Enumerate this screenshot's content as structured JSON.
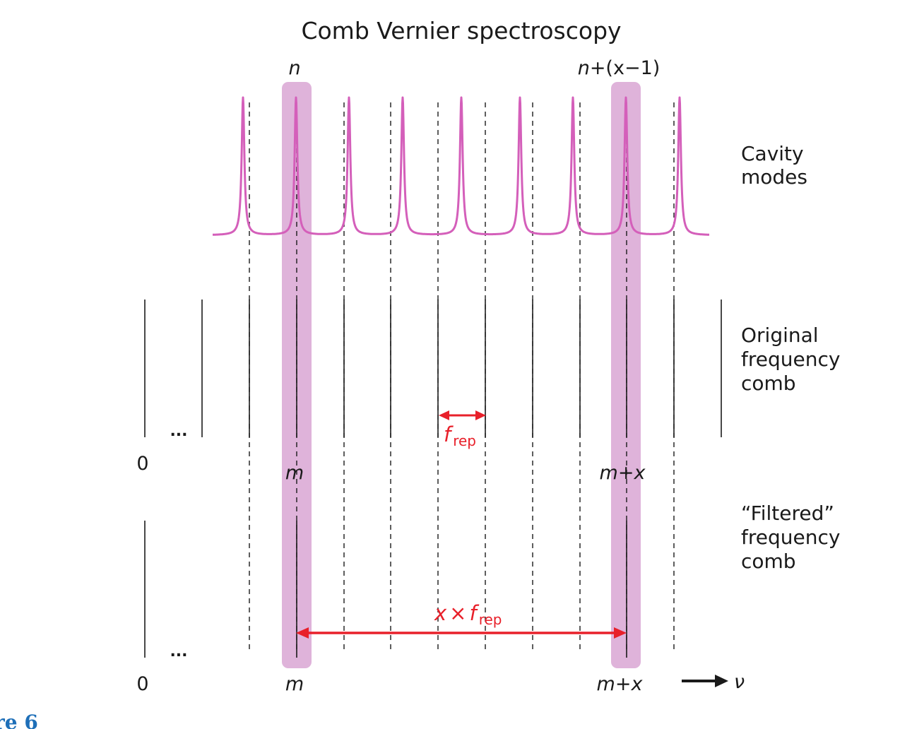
{
  "title": "Comb Vernier spectroscopy",
  "labels": {
    "cavity_n": "n",
    "cavity_nx_n": "n",
    "cavity_nx_rest": "+(x−1)",
    "cavity_modes": [
      "Cavity",
      "modes"
    ],
    "original_comb": [
      "Original",
      "frequency",
      "comb"
    ],
    "filtered_comb": [
      "“Filtered”",
      "frequency",
      "comb"
    ],
    "zero_top": "0",
    "zero_bottom": "0",
    "ellipsis_top": "...",
    "ellipsis_bottom": "...",
    "m_top": "m",
    "mx_top": "m+x",
    "m_bottom": "m",
    "mx_bottom": "m+x",
    "frep_f": "f",
    "frep_sub": "rep",
    "xfrep_x": "x",
    "xfrep_times": "×",
    "xfrep_f": "f",
    "xfrep_sub": "rep",
    "nu": "ν",
    "figure_label": "re 6"
  },
  "colors": {
    "cavity": "#d45fba",
    "highlight": "#dfb3da",
    "annotation": "#e8202a",
    "line": "#1a1a1a",
    "figure_label": "#1e6fb8"
  }
}
